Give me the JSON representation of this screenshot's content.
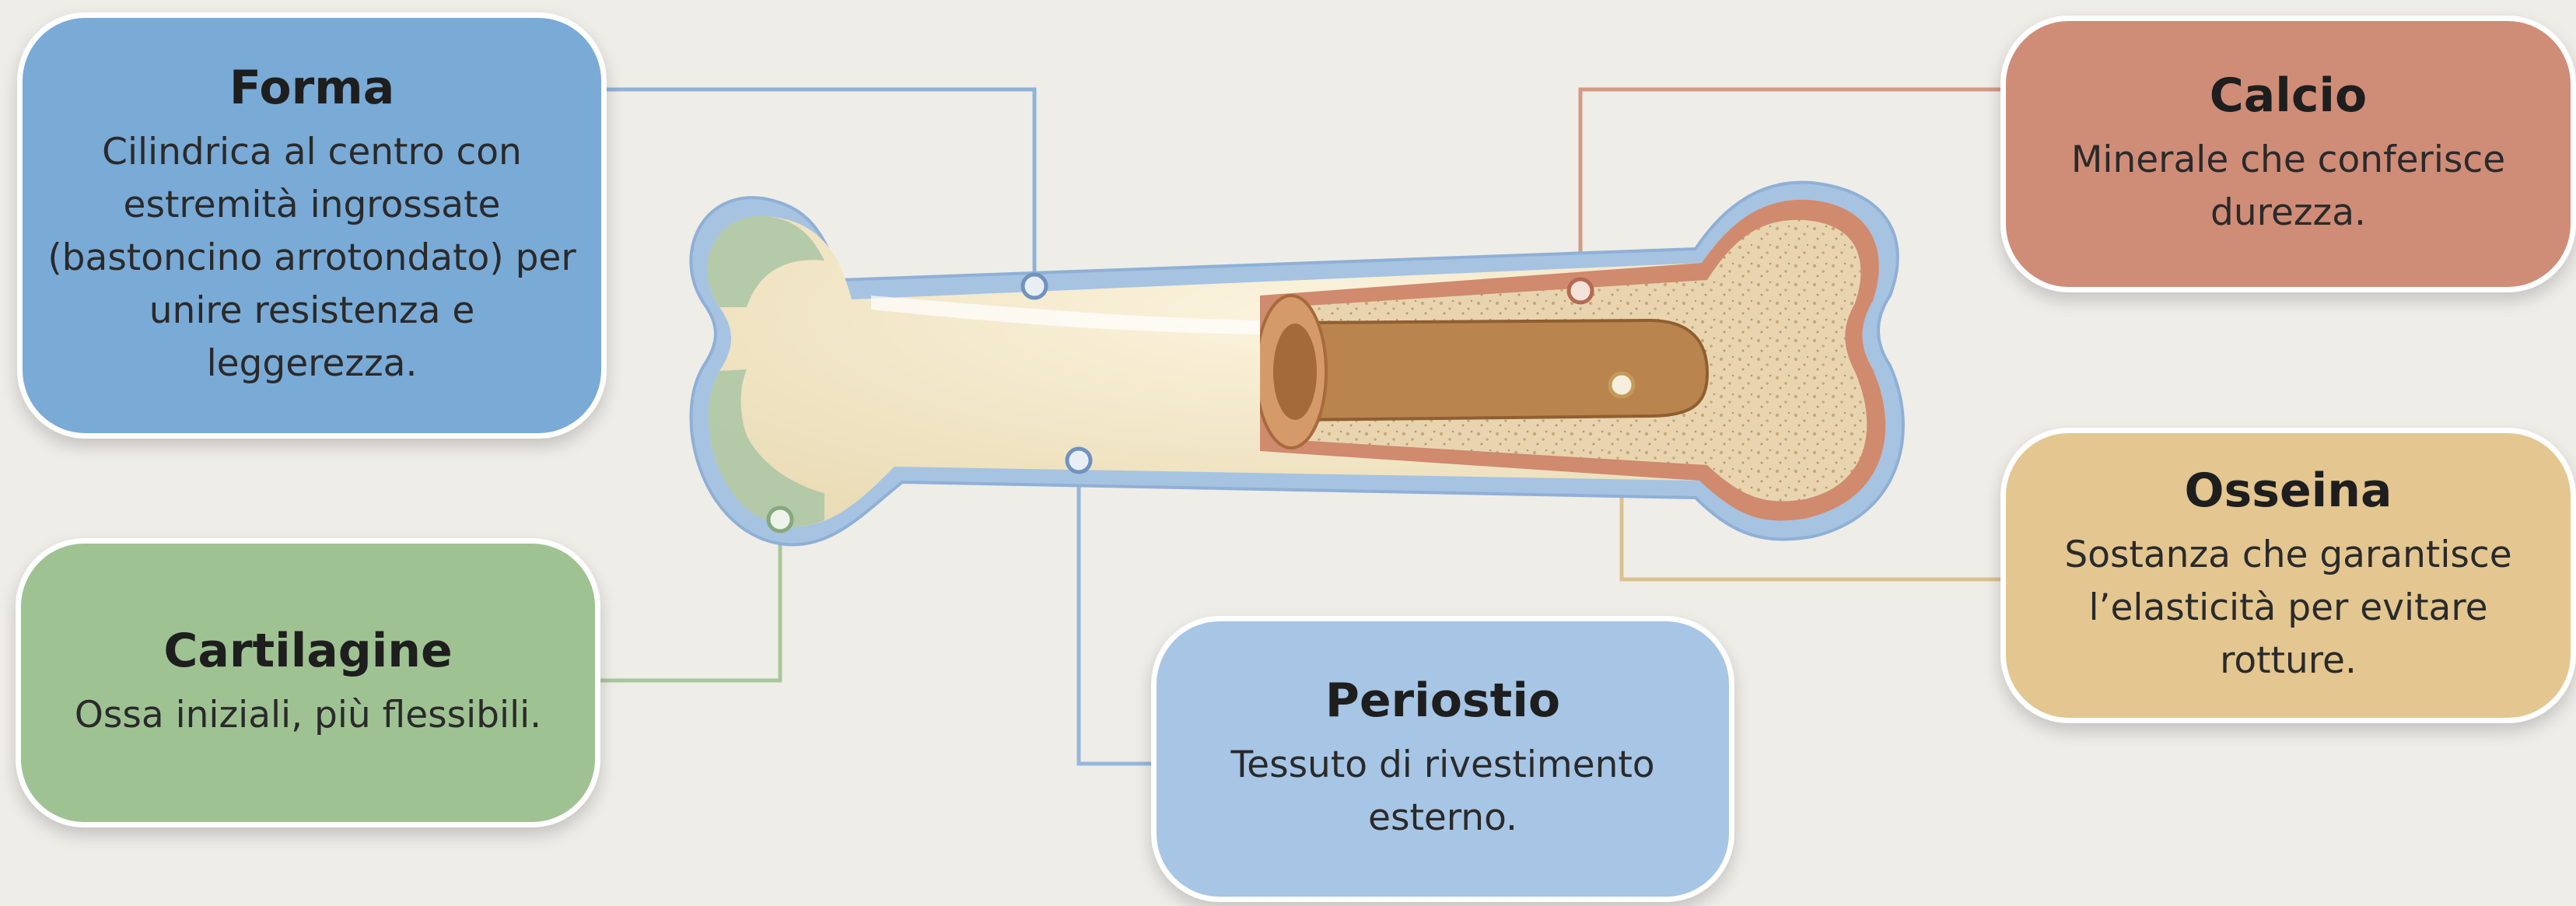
{
  "labels": {
    "forma": {
      "title": "Forma",
      "text": "Cilindrica al centro con estremità ingrossate (bastoncino arrotondato) per unire resistenza e leggerezza.",
      "color": "#7aaad6"
    },
    "cartilagine": {
      "title": "Cartilagine",
      "text": "Ossa iniziali, più flessibili.",
      "color": "#9fc293"
    },
    "periostio": {
      "title": "Periostio",
      "text": "Tessuto di rivestimento esterno.",
      "color": "#a7c5e4"
    },
    "calcio": {
      "title": "Calcio",
      "text": "Minerale che conferisce durezza.",
      "color": "#cf8c77"
    },
    "osseina": {
      "title": "Osseina",
      "text": "Sostanza che garantisce l’elasticità per evitare rotture.",
      "color": "#e3c690"
    }
  }
}
